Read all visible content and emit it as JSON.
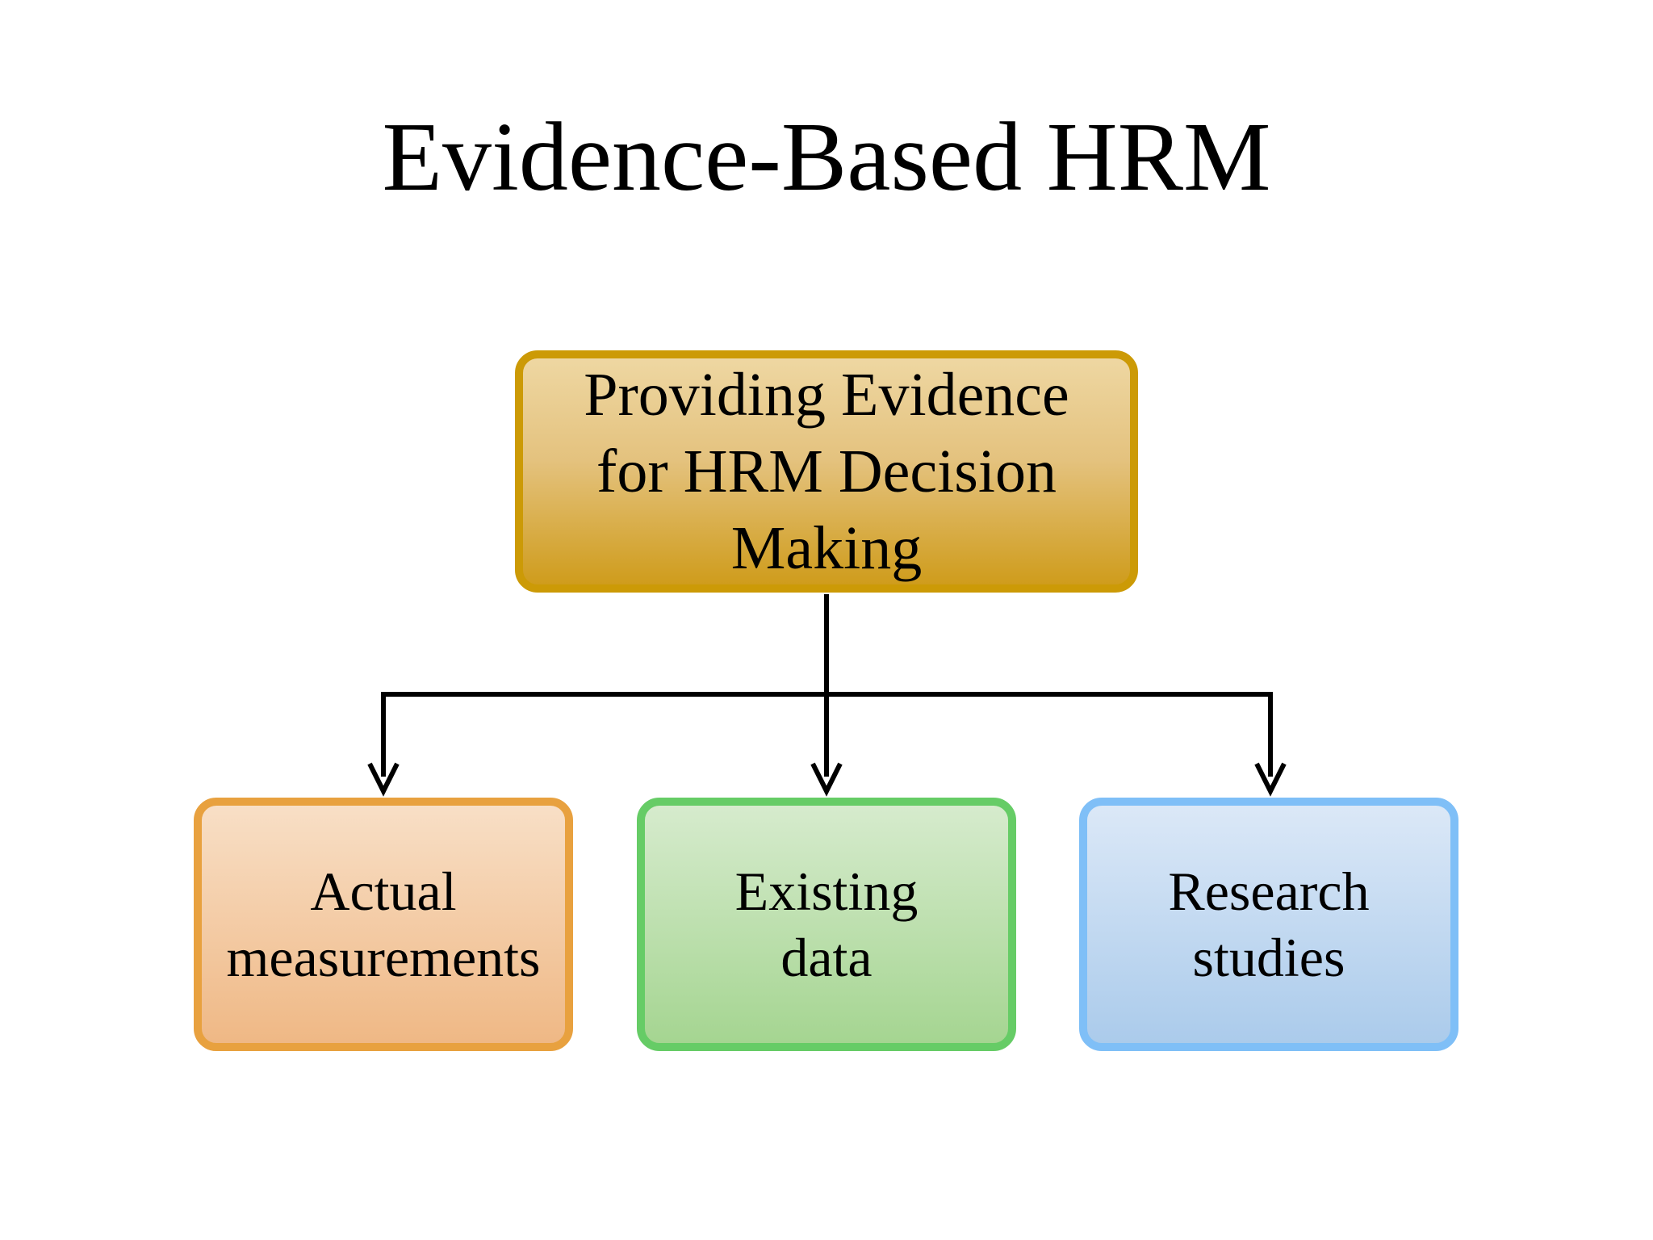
{
  "slide": {
    "title": "Evidence-Based HRM"
  },
  "diagram": {
    "root": {
      "lines": [
        "Providing Evidence",
        "for HRM Decision",
        "Making"
      ]
    },
    "children": [
      {
        "lines": [
          "Actual",
          "measurements"
        ],
        "color": "#e8a13f"
      },
      {
        "lines": [
          "Existing",
          "data"
        ],
        "color": "#66cc66"
      },
      {
        "lines": [
          "Research",
          "studies"
        ],
        "color": "#7fbff7"
      }
    ],
    "root_color": "#cc9a06",
    "connector_color": "#000000"
  }
}
